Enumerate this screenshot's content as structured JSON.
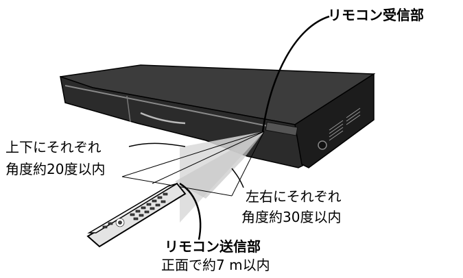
{
  "labels": {
    "receiver": "リモコン受信部",
    "vertical_line1": "上下にそれぞれ",
    "vertical_line2": "角度約20度以内",
    "horizontal_line1": "左右にそれぞれ",
    "horizontal_line2": "角度約30度以内",
    "sender": "リモコン送信部",
    "range": "正面で約7 m以内"
  },
  "colors": {
    "device_body": "#2b2b2b",
    "device_top": "#3c3c3c",
    "device_highlight": "#8a8a8a",
    "beam": "#d9d9d9",
    "remote": "#e4e4e4",
    "outline": "#000000"
  }
}
